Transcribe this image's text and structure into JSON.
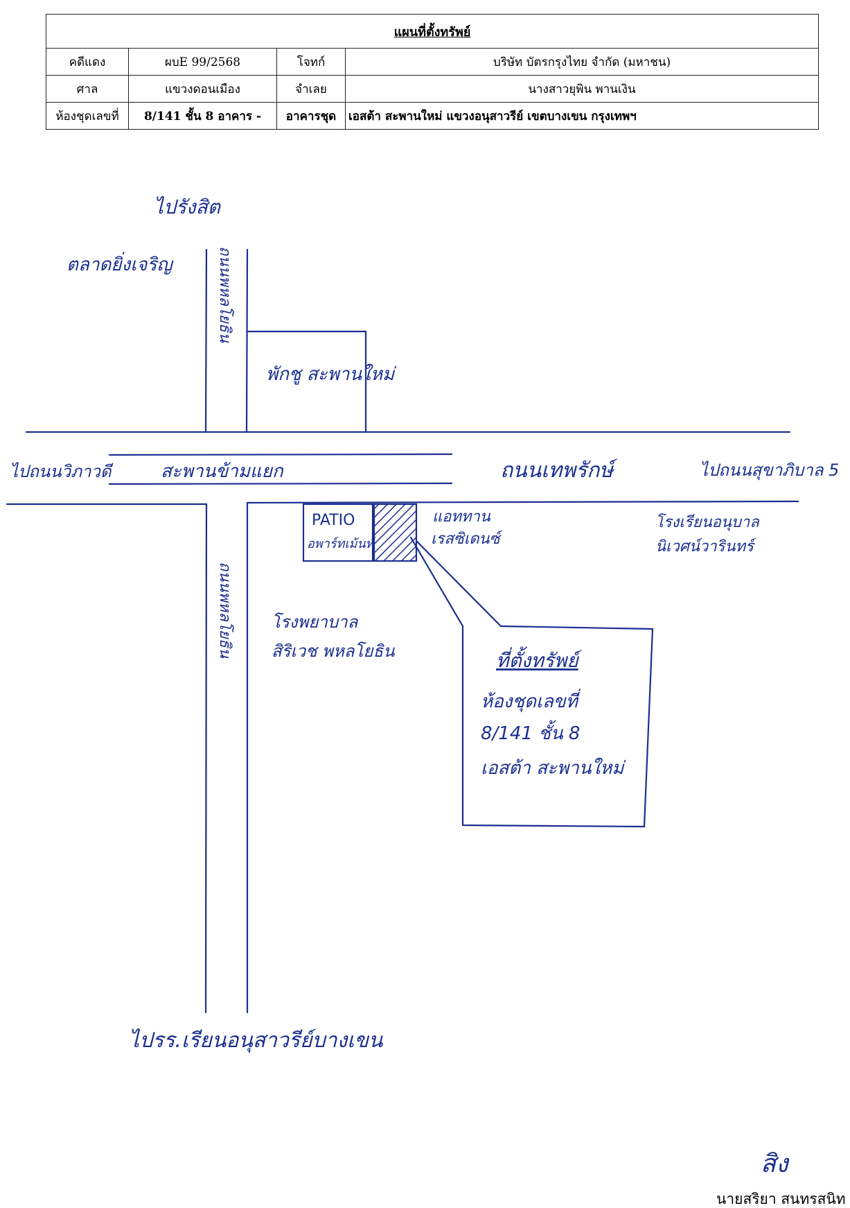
{
  "header": {
    "title": "แผนที่ตั้งทรัพย์",
    "rows": [
      {
        "label1": "คดีแดง",
        "value1": "ผบE 99/2568",
        "label2": "โจทก์",
        "value2": "บริษัท บัตรกรุงไทย จำกัด (มหาชน)"
      },
      {
        "label1": "ศาล",
        "value1": "แขวงดอนเมือง",
        "label2": "จำเลย",
        "value2": "นางสาวยุพิน  พานเงิน"
      },
      {
        "label1": "ห้องชุดเลขที่",
        "value1": "8/141 ชั้น 8 อาคาร -",
        "label2": "อาคารชุด",
        "value2": "เอสต้า สะพานใหม่  แขวงอนุสาวรีย์ เขตบางเขน กรุงเทพฯ"
      }
    ]
  },
  "map": {
    "to_north": "ไปรังสิต",
    "market": "ตลาดยิ่งเจริญ",
    "road_north": "ถนนพหลโยธิน",
    "police": "พักชู สะพานใหม่",
    "to_west": "ไปถนนวิภาวดี",
    "bridge": "สะพานข้ามแยก",
    "road_east": "ถนนเทพรักษ์",
    "to_east": "ไปถนนสุขาภิบาล 5",
    "patio_1": "PATIO",
    "patio_2": "อพาร์ทเม้นท์",
    "residence_1": "แอททาน",
    "residence_2": "เรสซิเดนซ์",
    "school_1": "โรงเรียนอนุบาล",
    "school_2": "นิเวศน์วารินทร์",
    "road_south": "ถนนพหลโยธิน",
    "hospital_1": "โรงพยาบาล",
    "hospital_2": "สิริเวช พหลโยธิน",
    "callout_title": "ที่ตั้งทรัพย์",
    "callout_line1": "ห้องชุดเลขที่",
    "callout_line2": "8/141  ชั้น 8",
    "callout_line3": "เอสต้า สะพานใหม่",
    "to_south": "ไปรร.เรียนอนุสาวรีย์บางเขน"
  },
  "signature": {
    "initials": "สิง",
    "name": "นายสริยา สนทรสนิท"
  },
  "colors": {
    "ink": "#1a2f8f",
    "table_border": "#222222"
  }
}
